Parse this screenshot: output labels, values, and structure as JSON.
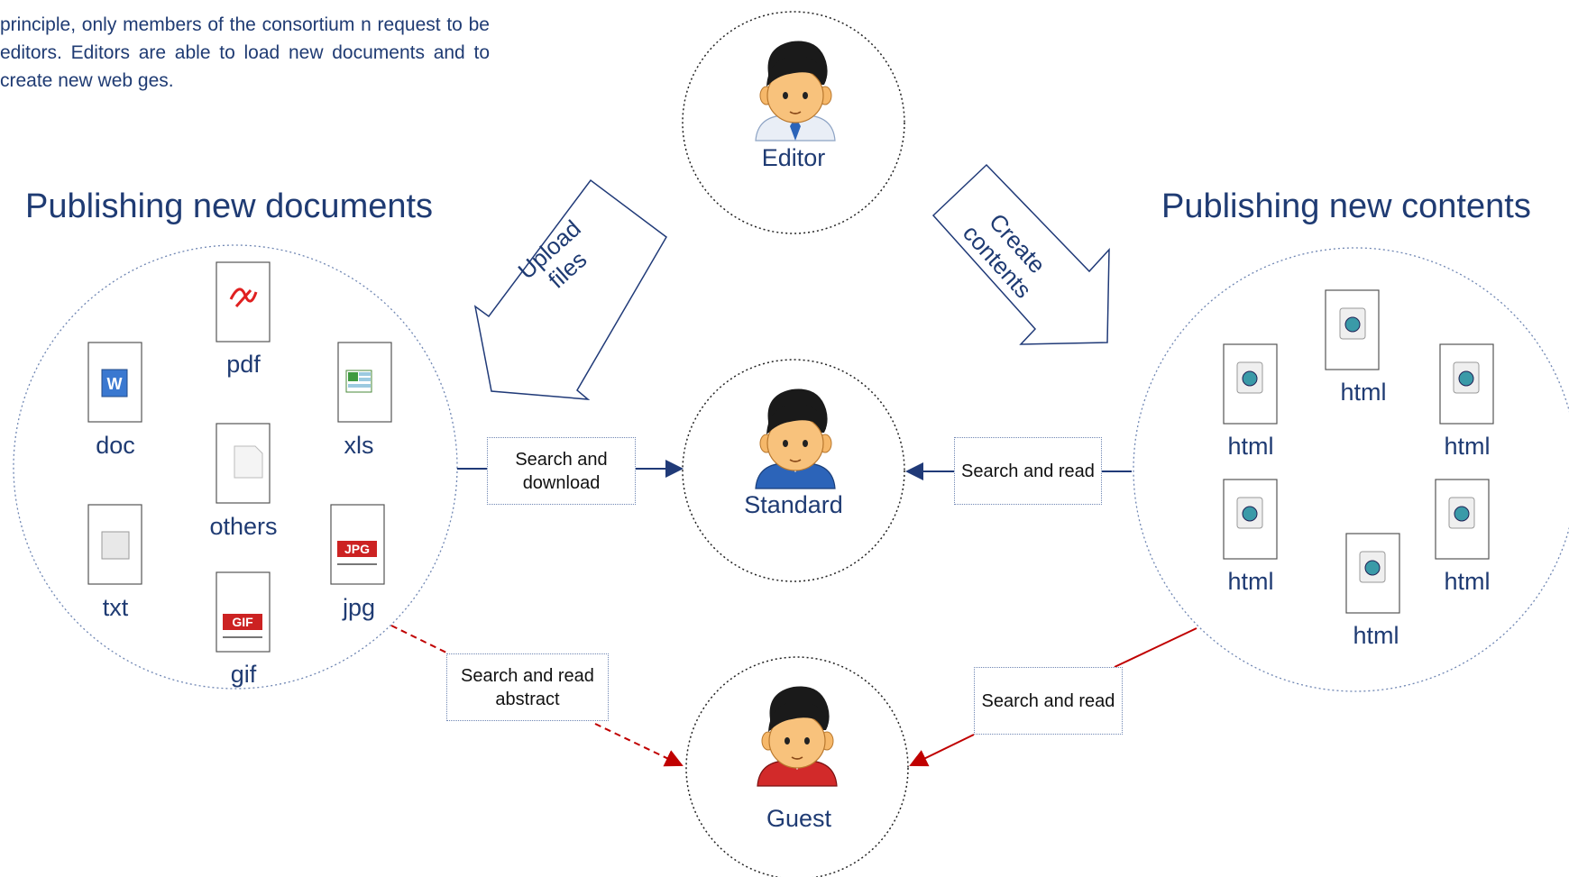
{
  "intro_text": "principle, only members of the consortium n request to be editors. Editors are able to load new documents and to create new web ges.",
  "sections": {
    "documents_title": "Publishing  new documents",
    "contents_title": "Publishing new contents"
  },
  "roles": {
    "editor": "Editor",
    "standard": "Standard",
    "guest": "Guest"
  },
  "arrows": {
    "upload_line1": "Upload",
    "upload_line2": "files",
    "create_line1": "Create",
    "create_line2": "contents"
  },
  "files": {
    "pdf": "pdf",
    "doc": "doc",
    "xls": "xls",
    "others": "others",
    "txt": "txt",
    "jpg": "jpg",
    "gif": "gif",
    "jpg_badge": "JPG",
    "gif_badge": "GIF"
  },
  "html_label": "html",
  "links": {
    "search_download": "Search and download",
    "search_read_right": "Search and read",
    "search_read_abstract": "Search and read abstract",
    "search_read_guest": "Search and read"
  },
  "colors": {
    "text_blue": "#1f3b73",
    "link_navy": "#203a78",
    "link_red": "#c00000",
    "editor_shirt": "#e9eef6",
    "standard_shirt": "#2c64b9",
    "guest_shirt": "#d22a2a"
  },
  "icons": [
    "user-editor-icon",
    "user-standard-icon",
    "user-guest-icon",
    "pdf-file-icon",
    "word-file-icon",
    "excel-file-icon",
    "blank-file-icon",
    "text-file-icon",
    "jpg-file-icon",
    "gif-file-icon",
    "html-file-icon"
  ]
}
